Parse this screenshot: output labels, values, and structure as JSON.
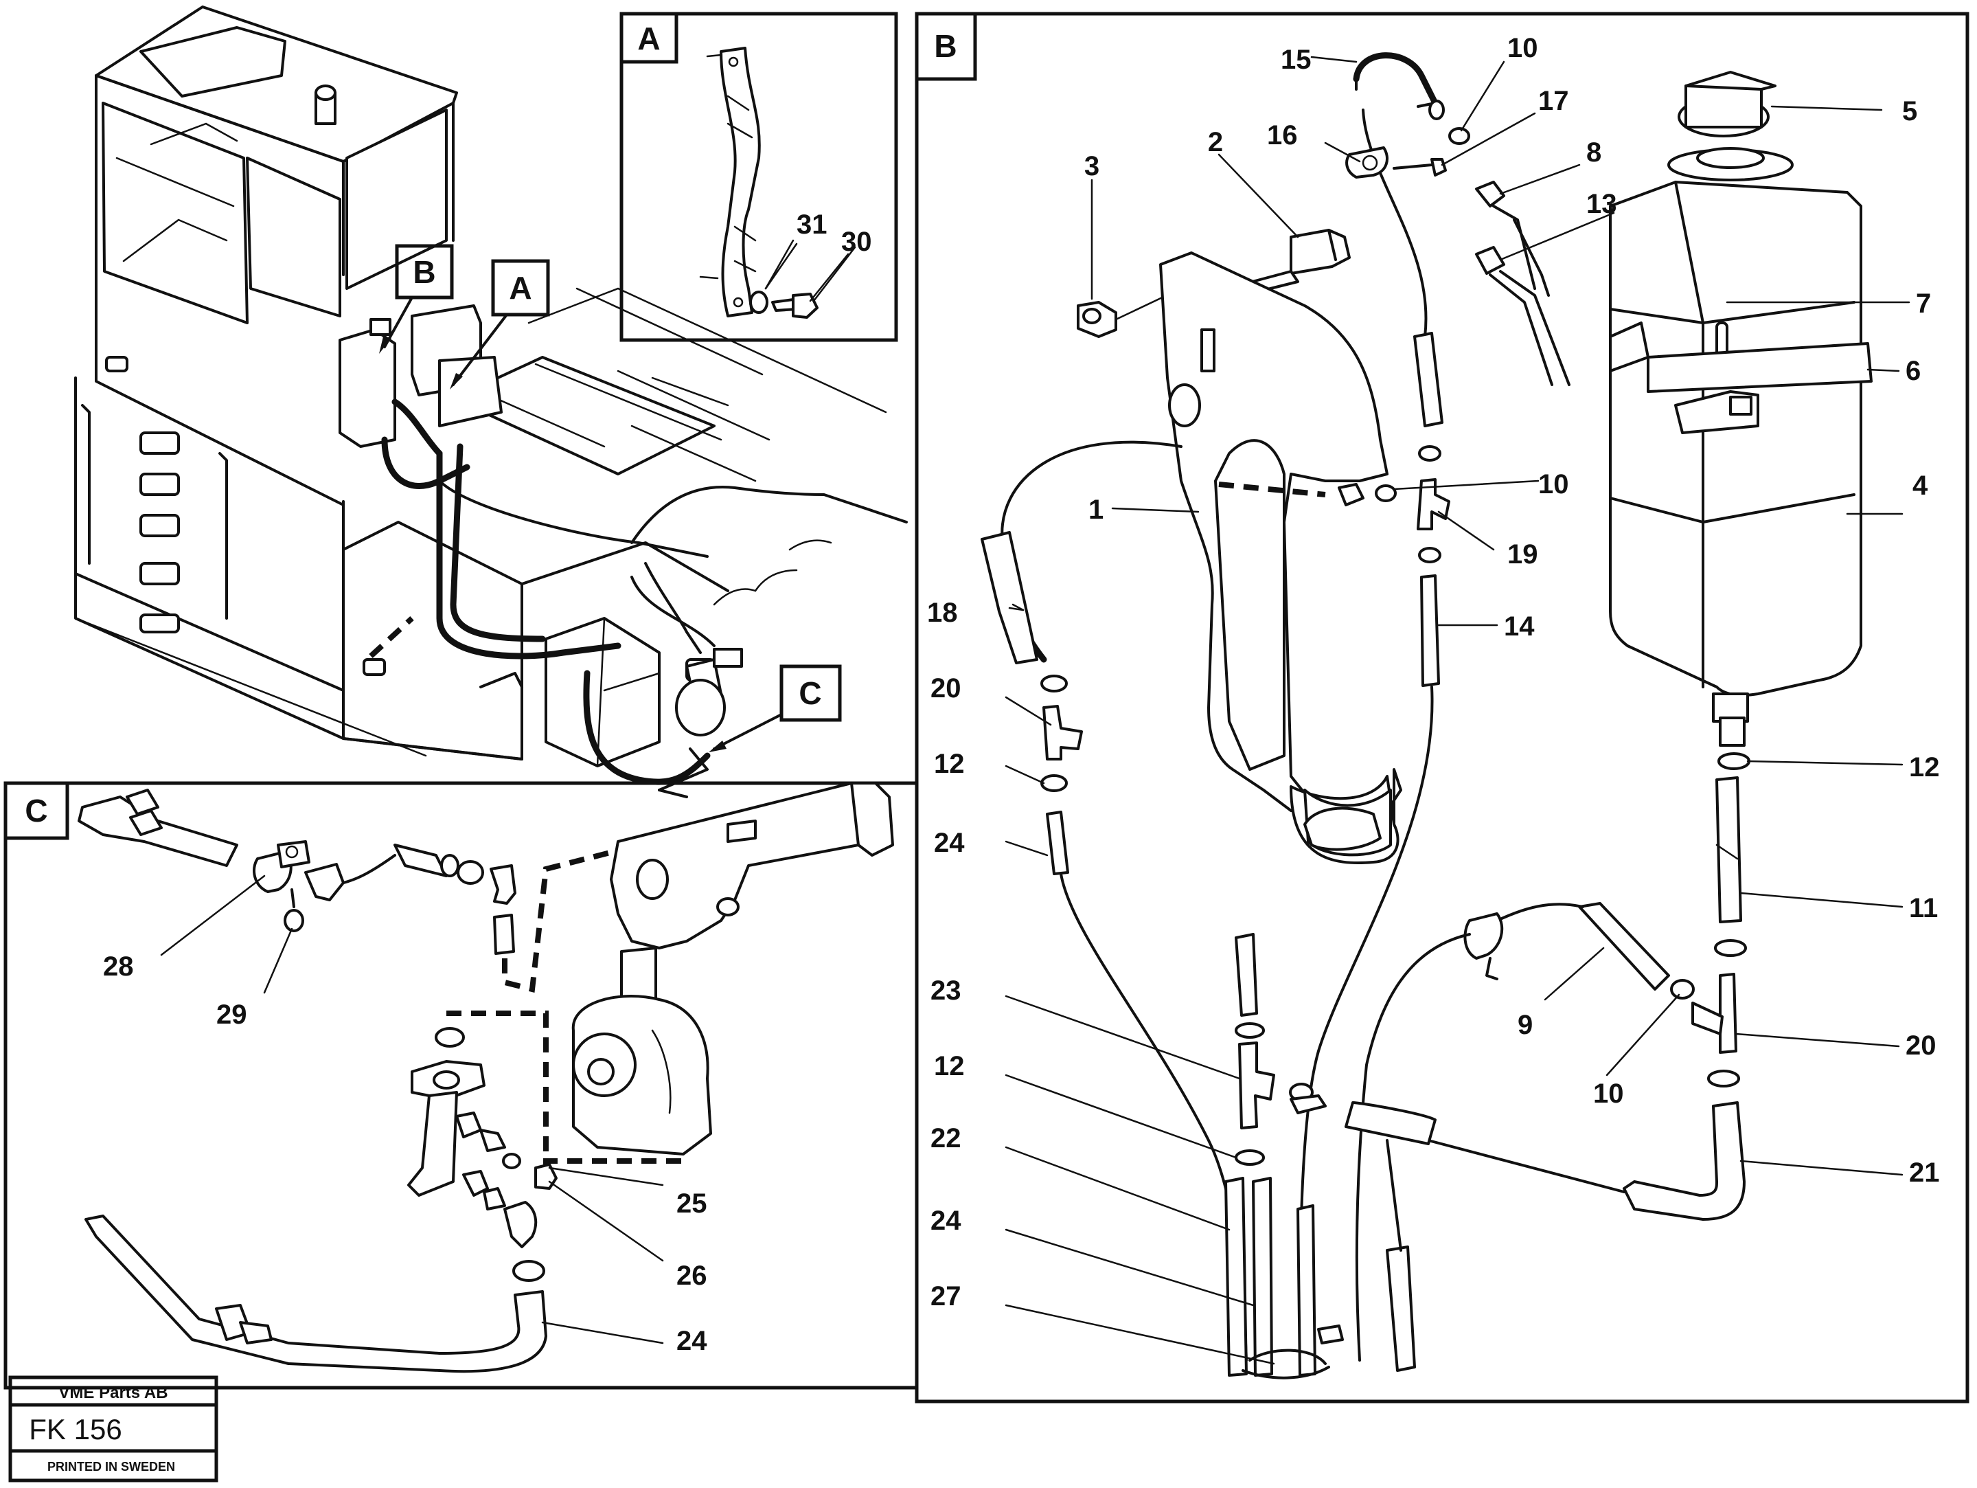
{
  "panels": {
    "a": "A",
    "b": "B",
    "c": "C"
  },
  "overview_callouts": {
    "a": "A",
    "b": "B",
    "c": "C"
  },
  "title_block": {
    "company": "VME Parts AB",
    "code": "FK 156",
    "printed": "PRINTED IN SWEDEN"
  },
  "labels_a": [
    "31",
    "30"
  ],
  "labels_b": [
    "15",
    "10",
    "17",
    "16",
    "8",
    "13",
    "5",
    "3",
    "2",
    "7",
    "6",
    "10",
    "4",
    "1",
    "19",
    "18",
    "14",
    "20",
    "12",
    "12",
    "24",
    "11",
    "23",
    "9",
    "20",
    "10",
    "12",
    "22",
    "21",
    "24",
    "27"
  ],
  "labels_c": [
    "28",
    "29",
    "25",
    "26",
    "24"
  ]
}
